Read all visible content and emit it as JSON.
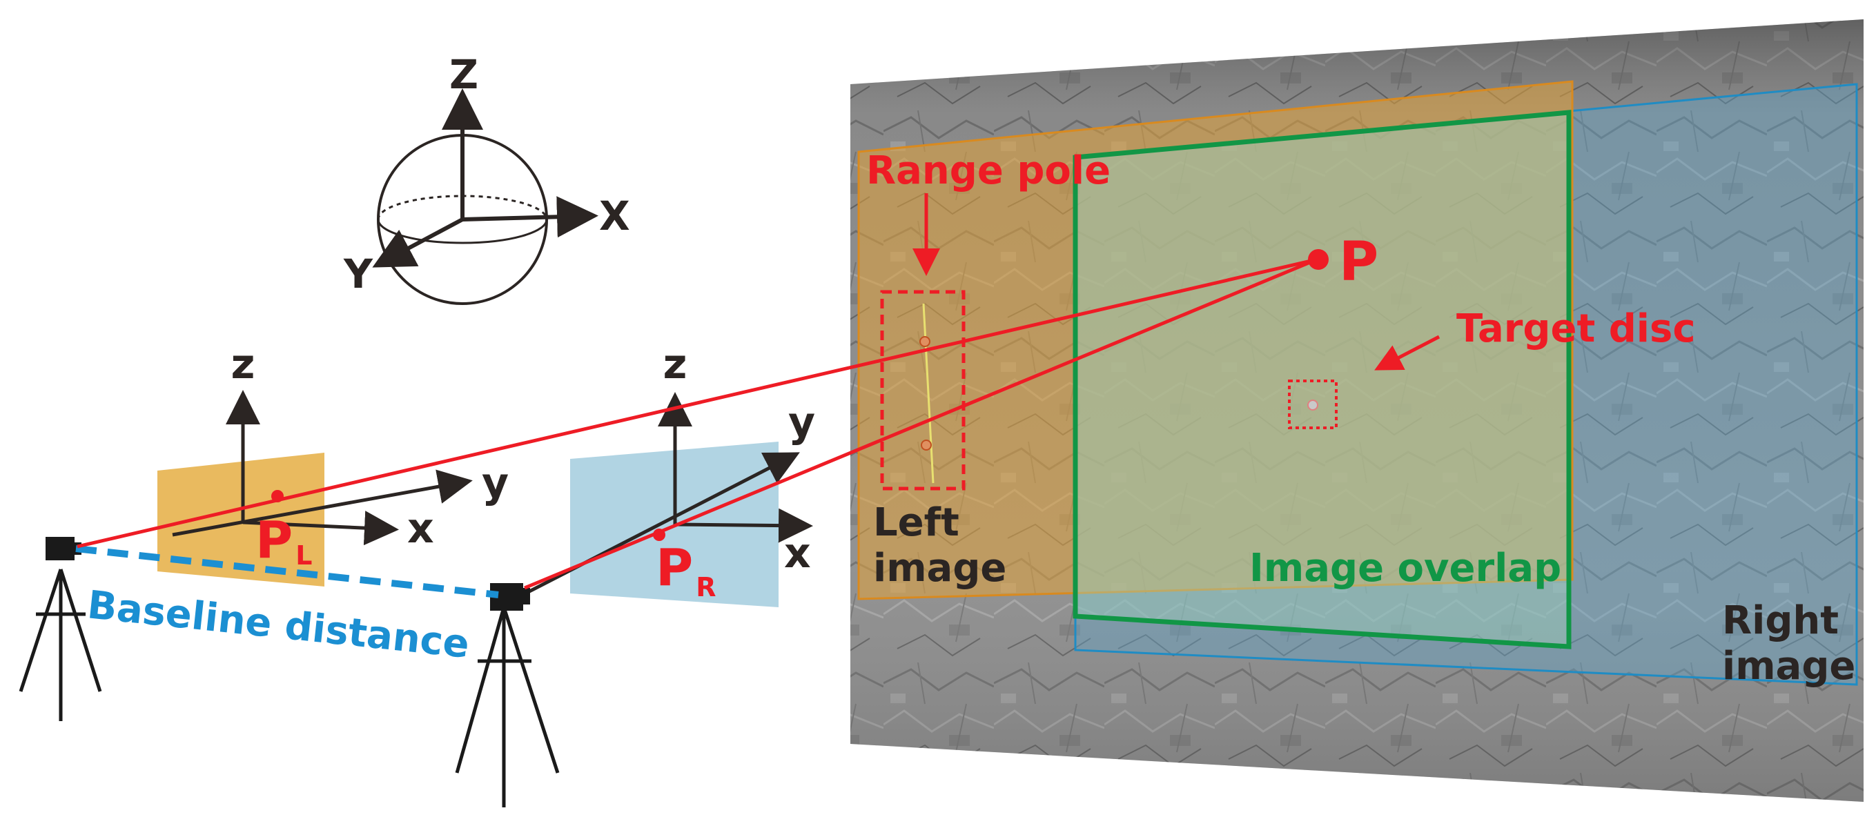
{
  "colors": {
    "ray": "#ee1c25",
    "dark": "#2b2523",
    "baseline": "#1b8fd2",
    "overlap": "#119646",
    "left_image": "#e1a23a",
    "right_image": "#5fa9cf",
    "left_plane": "#e7b24e",
    "right_plane": "#a8cfe0"
  },
  "sphere_axes": {
    "z": "Z",
    "x": "X",
    "y": "Y"
  },
  "left_camera_axes": {
    "z": "z",
    "x": "x",
    "y": "y"
  },
  "right_camera_axes": {
    "z": "z",
    "x": "x",
    "y": "y"
  },
  "points": {
    "left_main": "P",
    "left_sub": "L",
    "right_main": "P",
    "right_sub": "R",
    "target": "P"
  },
  "labels": {
    "baseline": "Baseline distance",
    "range_pole": "Range pole",
    "target_disc": "Target disc",
    "left_image_line1": "Left",
    "left_image_line2": "image",
    "right_image_line1": "Right",
    "right_image_line2": "image",
    "image_overlap": "Image overlap"
  },
  "icons": [
    "camera-icon",
    "tripod-icon",
    "sphere-icon"
  ]
}
